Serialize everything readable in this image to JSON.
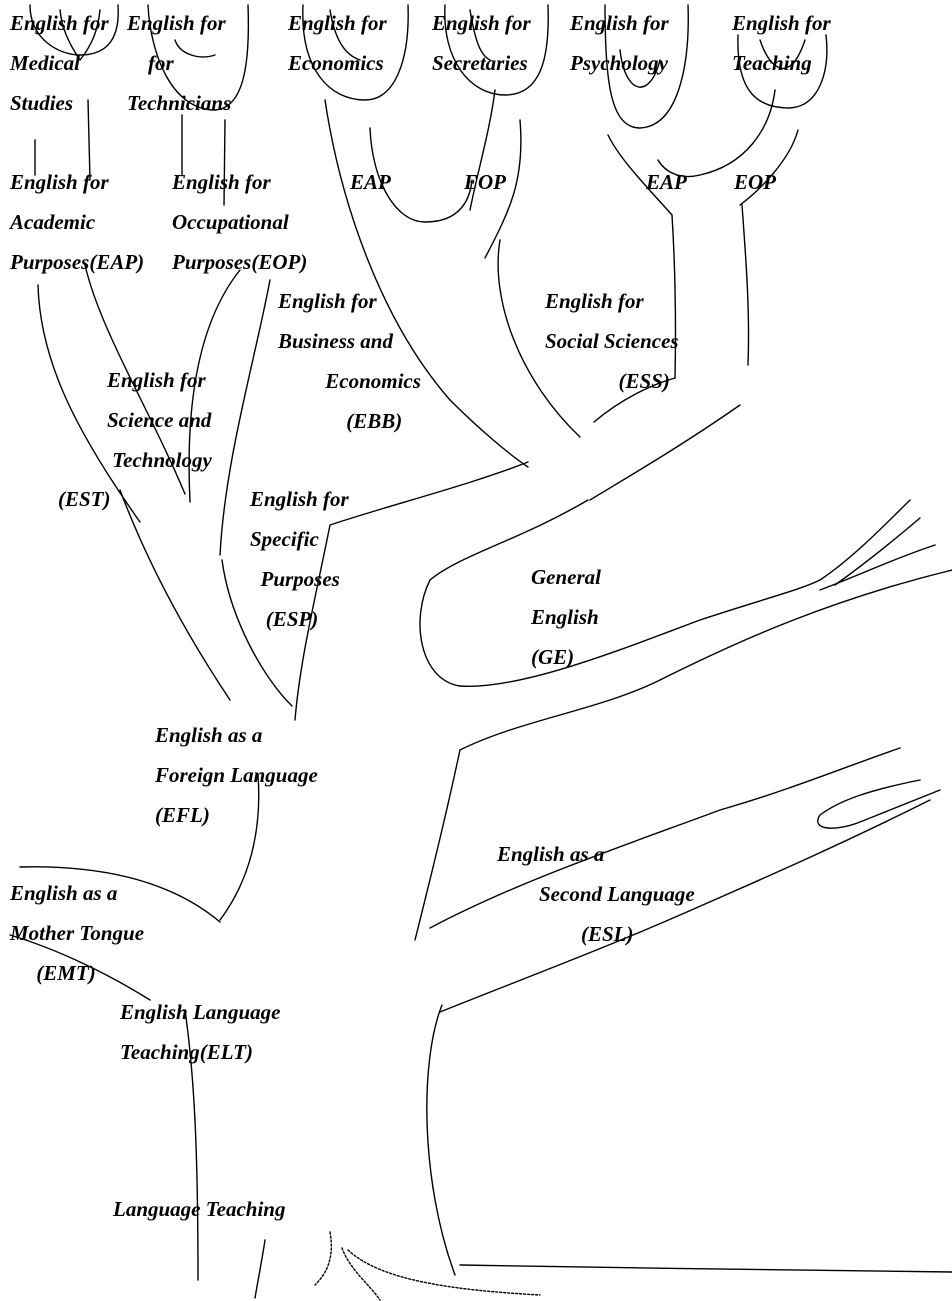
{
  "diagram": {
    "line_color": "#000000",
    "labels": {
      "med": "English for\nMedical\nStudies",
      "tech": "English for\n    for\nTechnicians",
      "econ": "English for\nEconomics",
      "secr": "English for\nSecretaries",
      "psych": "English for\nPsychology",
      "teach": "English for\nTeaching",
      "eap_main": "English for\nAcademic\nPurposes(EAP)",
      "eop_main": "English for\nOccupational\nPurposes(EOP)",
      "eap_mid": "EAP",
      "eop_mid": "EOP",
      "eap_right": "EAP",
      "eop_right": "EOP",
      "ebe": "English for\nBusiness and\n         Economics\n             (EBB)",
      "ess": "English for\nSocial Sciences\n              (ESS)",
      "est": "English for\nScience and\n Technology",
      "est_abbr": "(EST)",
      "esp": "English for\nSpecific\n  Purposes\n   (ESP)",
      "ge": "General\nEnglish\n(GE)",
      "efl": "English as a\nForeign Language\n(EFL)",
      "esl": "English as a\n        Second Language\n                (ESL)",
      "emt": "English as a\nMother Tongue\n     (EMT)",
      "elt": "English Language\nTeaching(ELT)",
      "lt": "Language Teaching"
    }
  }
}
